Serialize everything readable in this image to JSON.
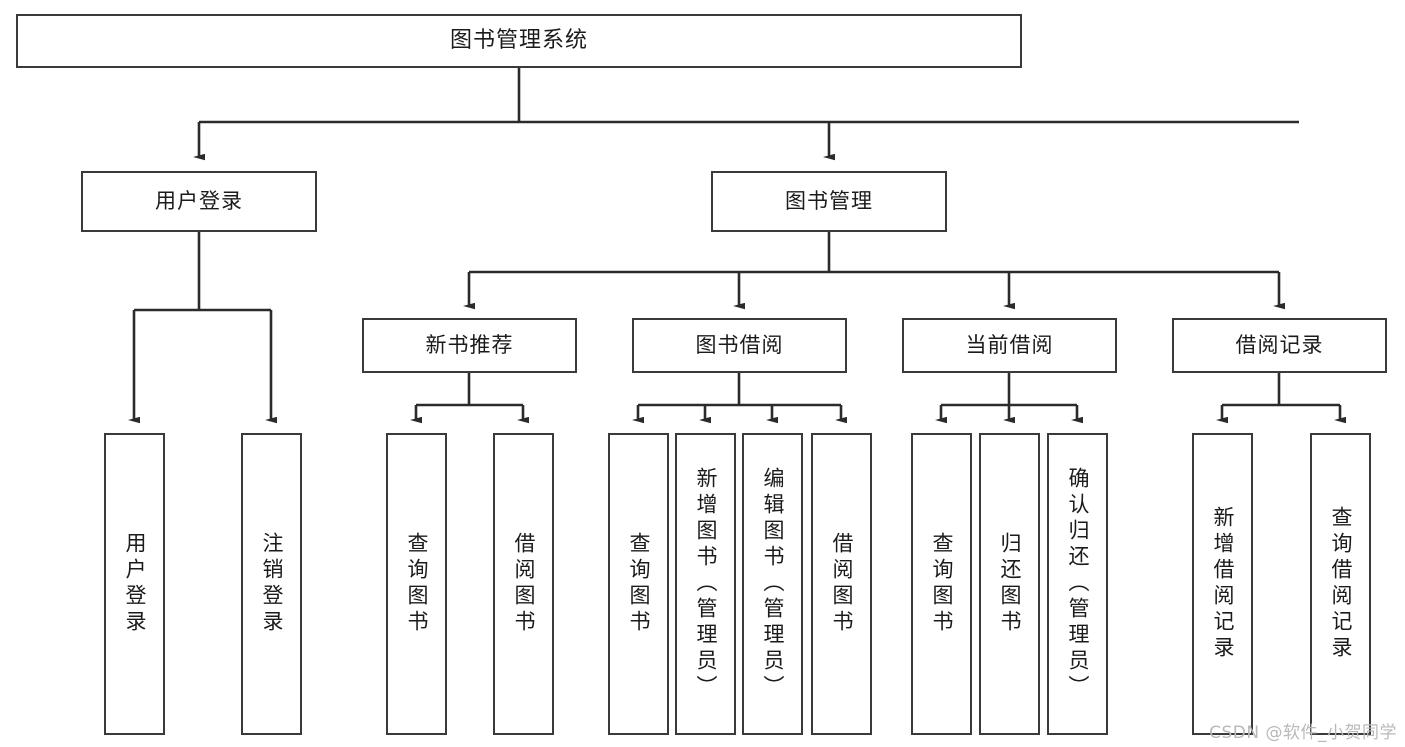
{
  "diagram": {
    "title": "图书管理系统",
    "type": "tree",
    "root": {
      "label": "图书管理系统"
    },
    "level2": [
      {
        "id": "user-login",
        "label": "用户登录"
      },
      {
        "id": "book-manage",
        "label": "图书管理"
      }
    ],
    "level3": [
      {
        "id": "new-book-recommend",
        "label": "新书推荐",
        "parent": "book-manage"
      },
      {
        "id": "book-borrow",
        "label": "图书借阅",
        "parent": "book-manage"
      },
      {
        "id": "current-borrow",
        "label": "当前借阅",
        "parent": "book-manage"
      },
      {
        "id": "borrow-record",
        "label": "借阅记录",
        "parent": "book-manage"
      }
    ],
    "leaves": {
      "user-login": [
        {
          "id": "leaf-user-login",
          "label": "用户登录"
        },
        {
          "id": "leaf-user-logout",
          "label": "注销登录"
        }
      ],
      "new-book-recommend": [
        {
          "id": "leaf-query-book-1",
          "label": "查询图书"
        },
        {
          "id": "leaf-borrow-book-1",
          "label": "借阅图书"
        }
      ],
      "book-borrow": [
        {
          "id": "leaf-query-book-2",
          "label": "查询图书"
        },
        {
          "id": "leaf-add-book",
          "label": "新增图书（管理员）"
        },
        {
          "id": "leaf-edit-book",
          "label": "编辑图书（管理员）"
        },
        {
          "id": "leaf-borrow-book-2",
          "label": "借阅图书"
        }
      ],
      "current-borrow": [
        {
          "id": "leaf-query-book-3",
          "label": "查询图书"
        },
        {
          "id": "leaf-return-book",
          "label": "归还图书"
        },
        {
          "id": "leaf-confirm-return",
          "label": "确认归还（管理员）"
        }
      ],
      "borrow-record": [
        {
          "id": "leaf-add-record",
          "label": "新增借阅记录"
        },
        {
          "id": "leaf-query-record",
          "label": "查询借阅记录"
        }
      ]
    }
  },
  "watermark": {
    "text": "CSDN @软件_小贺同学"
  },
  "colors": {
    "box_border": "#3a3a3a",
    "connector": "#2b2b2b",
    "background": "#ffffff",
    "text": "#1b1b1b",
    "watermark": "#b9b9b9"
  }
}
